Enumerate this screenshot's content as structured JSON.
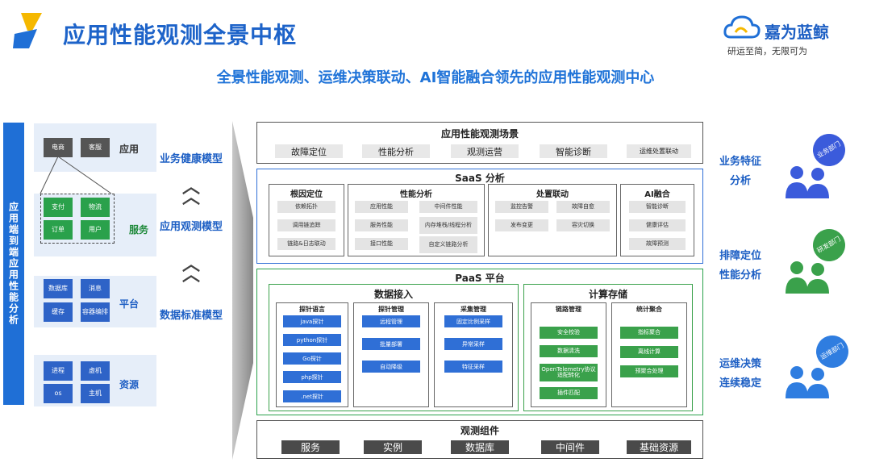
{
  "header": {
    "title": "应用性能观测全景中枢",
    "subtitle": "全景性能观测、运维决策联动、AI智能融合领先的应用性能观测中心",
    "brand_name": "嘉为蓝鲸",
    "brand_tagline": "研运至简，无限可为"
  },
  "colors": {
    "primary_blue": "#1f6fd6",
    "green": "#2aa14b",
    "dark_gray": "#4a4a4a",
    "yellow": "#f5b800"
  },
  "left": {
    "vertical_label": "应用端到端应用性能分析",
    "groups": [
      {
        "label": "应用",
        "items": [
          "电商",
          "客服"
        ]
      },
      {
        "label": "服务",
        "items": [
          "支付",
          "物流",
          "订单",
          "用户"
        ]
      },
      {
        "label": "平台",
        "items": [
          "数据库",
          "消息",
          "缓存",
          "容器编排"
        ]
      },
      {
        "label": "资源",
        "items": [
          "进程",
          "虚机",
          "os",
          "主机"
        ]
      }
    ],
    "models": [
      "业务健康模型",
      "应用观测模型",
      "数据标准模型"
    ]
  },
  "scenes": {
    "title": "应用性能观测场景",
    "items": [
      "故障定位",
      "性能分析",
      "观测运营",
      "智能诊断",
      "运维处置联动"
    ]
  },
  "saas": {
    "title": "SaaS 分析",
    "root_cause": {
      "title": "根因定位",
      "items": [
        "依赖拓扑",
        "调用链追踪",
        "链路&日志联动"
      ]
    },
    "perf": {
      "title": "性能分析",
      "items": [
        "应用性能",
        "中间件性能",
        "服务性能",
        "内存堆栈/线程分析",
        "接口性能",
        "自定义链路分析"
      ]
    },
    "action": {
      "title": "处置联动",
      "items": [
        "监控告警",
        "故障自愈",
        "发布变更",
        "容灾切换"
      ]
    },
    "ai": {
      "title": "AI融合",
      "items": [
        "智能诊断",
        "健康评估",
        "故障预测"
      ]
    }
  },
  "paas": {
    "title": "PaaS 平台",
    "ingest": {
      "title": "数据接入",
      "probe_lang": {
        "title": "探针语言",
        "items": [
          "java探针",
          "python探针",
          "Go探针",
          "php探针",
          ".net探针"
        ]
      },
      "probe_mgmt": {
        "title": "探针管理",
        "items": [
          "远程管理",
          "批量部署",
          "自动降级"
        ]
      },
      "sampling": {
        "title": "采集管理",
        "items": [
          "固定比例采样",
          "异常采样",
          "特征采样"
        ]
      }
    },
    "compute": {
      "title": "计算存储",
      "link": {
        "title": "链路管理",
        "items": [
          "安全校验",
          "数据清洗",
          "OpenTelemetry协议适配转化",
          "插件匹配"
        ]
      },
      "stats": {
        "title": "统计聚合",
        "items": [
          "指标聚合",
          "离线计算",
          "预聚合处理"
        ]
      }
    }
  },
  "components": {
    "title": "观测组件",
    "items": [
      "服务",
      "实例",
      "数据库",
      "中间件",
      "基础资源"
    ]
  },
  "right": [
    {
      "lines": [
        "业务特征",
        "分析"
      ],
      "dept": "业务部门",
      "color": "#3b5bdb"
    },
    {
      "lines": [
        "排障定位",
        "性能分析"
      ],
      "dept": "研发部门",
      "color": "#3aa14b"
    },
    {
      "lines": [
        "运维决策",
        "连续稳定"
      ],
      "dept": "运维部门",
      "color": "#2f7de0"
    }
  ]
}
